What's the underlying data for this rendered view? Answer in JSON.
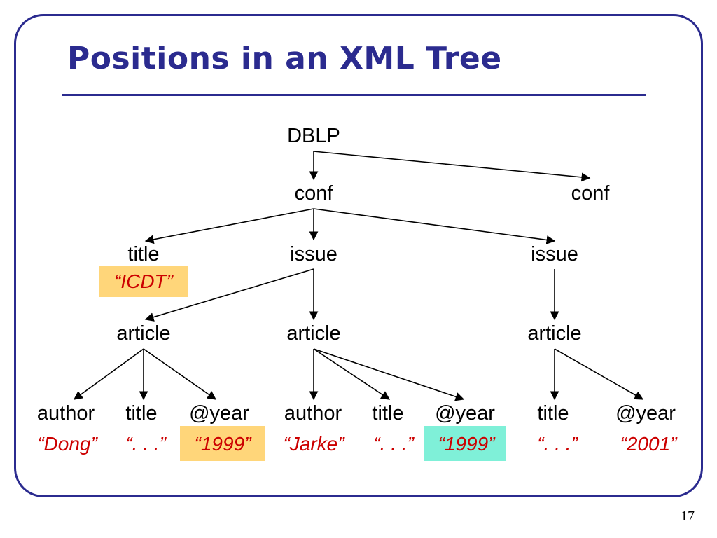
{
  "slide": {
    "title": "Positions in an XML Tree",
    "page_number": "17"
  },
  "colors": {
    "frame": "#2b2b8f",
    "title": "#2b2b8f",
    "value_text": "#cc0000",
    "highlight_yellow": "#ffd67a",
    "highlight_teal": "#7ff0d8"
  },
  "tree": {
    "root": "DBLP",
    "conf1": "conf",
    "conf2": "conf",
    "conf1_title": "title",
    "conf1_title_value": "“ICDT”",
    "issue1": "issue",
    "issue2": "issue",
    "article1": "article",
    "article2": "article",
    "article3": "article",
    "a1_author": "author",
    "a1_author_value": "“Dong”",
    "a1_title": "title",
    "a1_title_value": "“. . .”",
    "a1_year": "@year",
    "a1_year_value": "“1999”",
    "a2_author": "author",
    "a2_author_value": "“Jarke”",
    "a2_title": "title",
    "a2_title_value": "“. . .”",
    "a2_year": "@year",
    "a2_year_value": "“1999”",
    "a3_title": "title",
    "a3_title_value": "“. . .”",
    "a3_year": "@year",
    "a3_year_value": "“2001”"
  }
}
